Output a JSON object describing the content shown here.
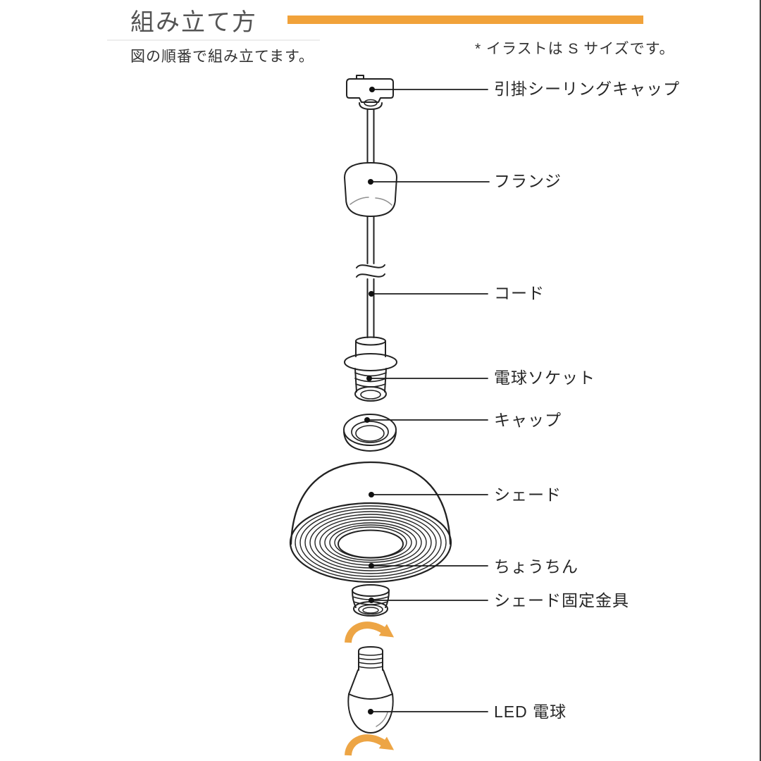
{
  "page": {
    "title": "組み立て方",
    "subtitle": "図の順番で組み立てます。",
    "note": "* イラストは S サイズです。"
  },
  "colors": {
    "accent_orange": "#F1A23A",
    "arrow_orange": "#EDA545",
    "line_dark": "#222222",
    "title_gray": "#545454"
  },
  "diagram": {
    "type": "assembly-exploded-view",
    "subject": "pendant-light",
    "parts": [
      {
        "name": "ceiling-cap",
        "label": "引掛シーリングキャップ"
      },
      {
        "name": "flange",
        "label": "フランジ"
      },
      {
        "name": "cord",
        "label": "コード"
      },
      {
        "name": "bulb-socket",
        "label": "電球ソケット"
      },
      {
        "name": "cap",
        "label": "キャップ"
      },
      {
        "name": "shade",
        "label": "シェード"
      },
      {
        "name": "chochin",
        "label": "ちょうちん"
      },
      {
        "name": "shade-bracket",
        "label": "シェード固定金具"
      },
      {
        "name": "led-bulb",
        "label": "LED 電球"
      }
    ]
  }
}
